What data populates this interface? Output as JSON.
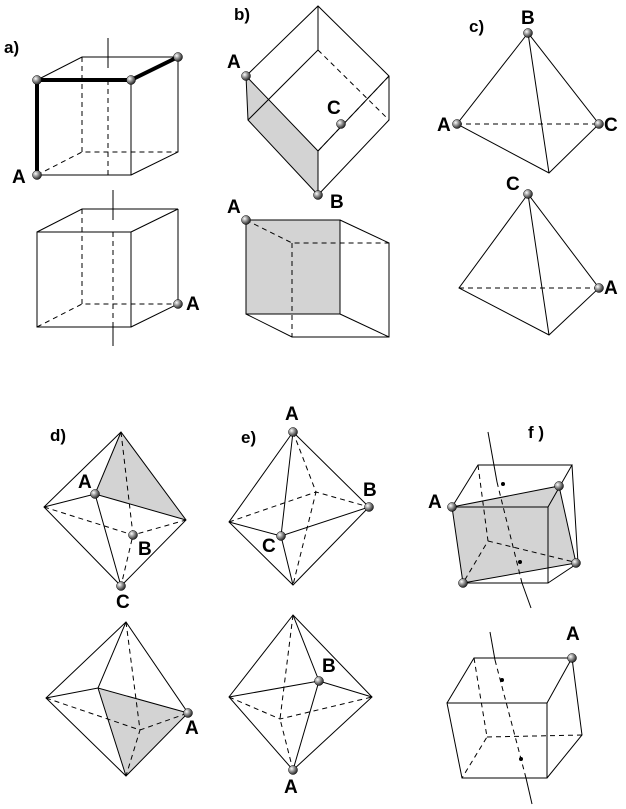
{
  "panels": {
    "a": "a)",
    "b": "b)",
    "c": "c)",
    "d": "d)",
    "e": "e)",
    "f": "f )"
  },
  "labels": {
    "a_top_A": "A",
    "a_bottom_A": "A",
    "b_top_A": "A",
    "b_top_B": "B",
    "b_top_C": "C",
    "b_bottom_A": "A",
    "c_top_A": "A",
    "c_top_B": "B",
    "c_top_C": "C",
    "c_bottom_C": "C",
    "c_bottom_A": "A",
    "d_top_A": "A",
    "d_top_B": "B",
    "d_top_C": "C",
    "d_bottom_A": "A",
    "e_top_A": "A",
    "e_top_B": "B",
    "e_top_C": "C",
    "e_bottom_B": "B",
    "e_bottom_A": "A",
    "f_top_A": "A",
    "f_bottom_A": "A"
  },
  "colors": {
    "face_fill": "#d3d3d3",
    "vertex_marker": "#555555"
  }
}
